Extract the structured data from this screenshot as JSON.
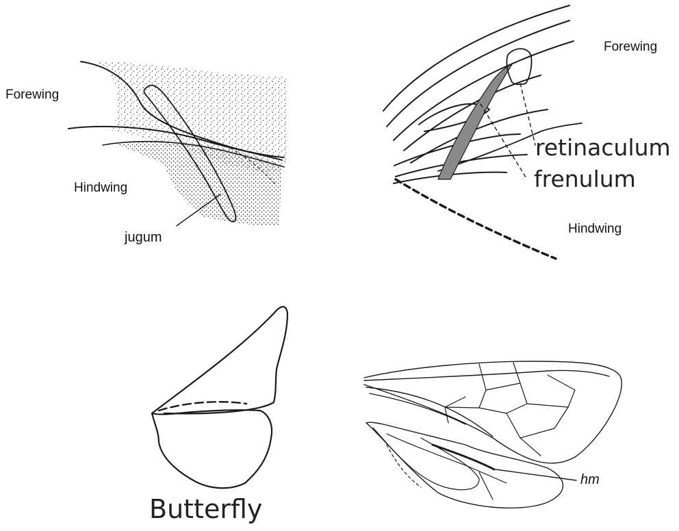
{
  "panels": {
    "jugum": {
      "forewing_label": "Forewing",
      "hindwing_label": "Hindwing",
      "part_label": "jugum"
    },
    "frenulum": {
      "forewing_label": "Forewing",
      "hindwing_label": "Hindwing",
      "retinaculum_label": "retinaculum",
      "frenulum_label": "frenulum"
    },
    "butterfly": {
      "caption": "Butterfly"
    },
    "hamuli": {
      "part_label": "hm"
    }
  },
  "colors": {
    "ink": "#1a1a1a",
    "stipple": "#555555",
    "shade": "#8a8a8a"
  }
}
